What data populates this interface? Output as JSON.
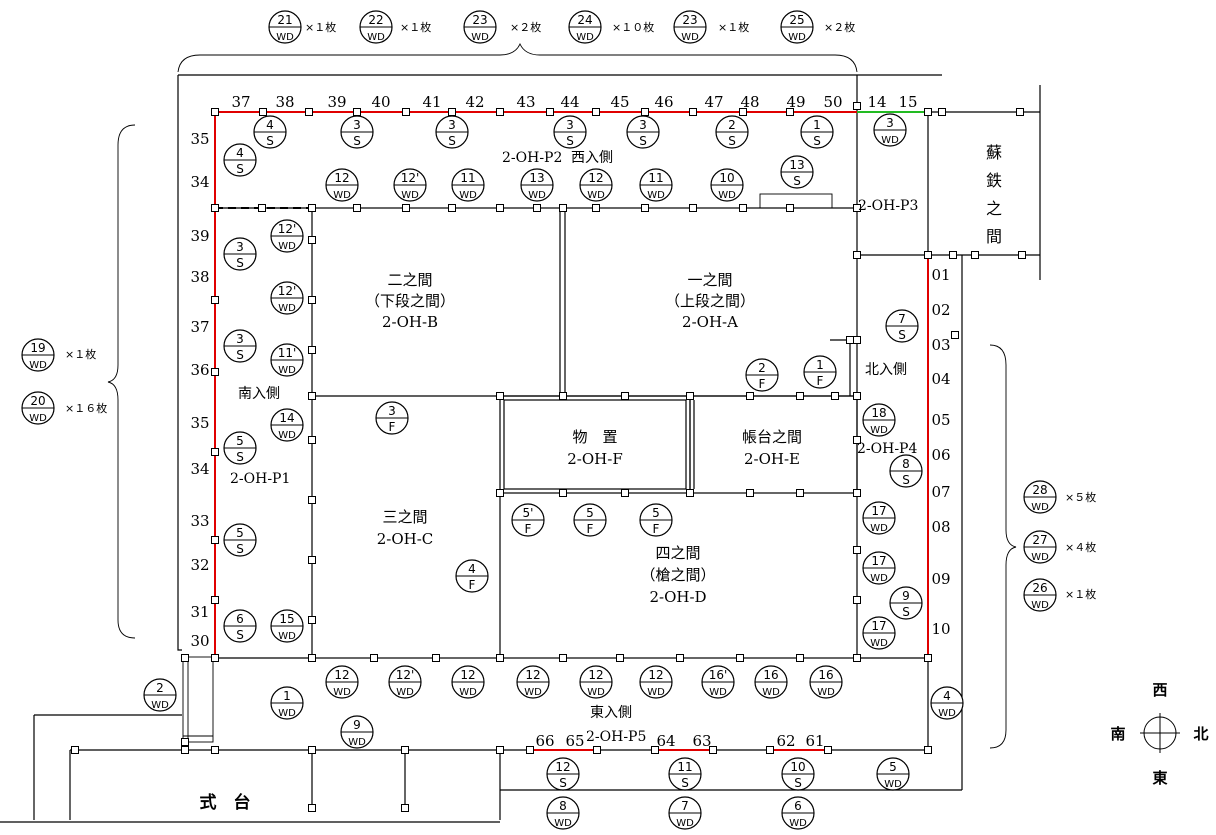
{
  "rooms": {
    "ni": {
      "name": "二之間",
      "sub": "（下段之間）",
      "code": "2-OH-B"
    },
    "ichi": {
      "name": "一之間",
      "sub": "（上段之間）",
      "code": "2-OH-A"
    },
    "mono": {
      "name": "物　置",
      "code": "2-OH-F"
    },
    "chodai": {
      "name": "帳台之間",
      "code": "2-OH-E"
    },
    "san": {
      "name": "三之間",
      "code": "2-OH-C"
    },
    "yon": {
      "name": "四之間",
      "sub": "（槍之間）",
      "code": "2-OH-D"
    },
    "soteetsu": "蘇鉄之間",
    "shikidai": "式　台"
  },
  "sides": {
    "west": "西入側",
    "south": "南入側",
    "north": "北入側",
    "east": "東入側",
    "p1": "2-OH-P1",
    "p2": "2-OH-P2",
    "p3": "2-OH-P3",
    "p4": "2-OH-P4",
    "p5": "2-OH-P5"
  },
  "compass": {
    "n": "北",
    "s": "南",
    "e": "東",
    "w": "西"
  },
  "counts": {
    "top": [
      "×１枚",
      "×１枚",
      "×２枚",
      "×１０枚",
      "×１枚",
      "×２枚"
    ],
    "left": [
      "×１枚",
      "×１６枚"
    ],
    "right": [
      "×５枚",
      "×４枚",
      "×１枚"
    ]
  },
  "legend_top": [
    {
      "num": "21",
      "type": "WD"
    },
    {
      "num": "22",
      "type": "WD"
    },
    {
      "num": "23",
      "type": "WD"
    },
    {
      "num": "24",
      "type": "WD"
    },
    {
      "num": "23",
      "type": "WD"
    },
    {
      "num": "25",
      "type": "WD"
    }
  ],
  "legend_left": [
    {
      "num": "19",
      "type": "WD"
    },
    {
      "num": "20",
      "type": "WD"
    }
  ],
  "legend_right": [
    {
      "num": "28",
      "type": "WD"
    },
    {
      "num": "27",
      "type": "WD"
    },
    {
      "num": "26",
      "type": "WD"
    }
  ],
  "top_numbers": [
    "37",
    "38",
    "39",
    "40",
    "41",
    "42",
    "43",
    "44",
    "45",
    "46",
    "47",
    "48",
    "49",
    "50",
    "14",
    "15"
  ],
  "left_numbers": [
    "35",
    "34",
    "39",
    "38",
    "37",
    "36",
    "35",
    "34",
    "33",
    "32",
    "31",
    "30"
  ],
  "right_numbers": [
    "01",
    "02",
    "03",
    "04",
    "05",
    "06",
    "07",
    "08",
    "09",
    "10"
  ],
  "bottom_numbers": [
    "66",
    "65",
    "64",
    "63",
    "62",
    "61"
  ],
  "symbols": [
    {
      "num": "4",
      "type": "S"
    },
    {
      "num": "3",
      "type": "S"
    },
    {
      "num": "3",
      "type": "S"
    },
    {
      "num": "3",
      "type": "S"
    },
    {
      "num": "3",
      "type": "S"
    },
    {
      "num": "2",
      "type": "S"
    },
    {
      "num": "1",
      "type": "S"
    },
    {
      "num": "3",
      "type": "WD"
    },
    {
      "num": "4",
      "type": "S"
    },
    {
      "num": "12",
      "type": "WD"
    },
    {
      "num": "12'",
      "type": "WD"
    },
    {
      "num": "11",
      "type": "WD"
    },
    {
      "num": "13",
      "type": "WD"
    },
    {
      "num": "12",
      "type": "WD"
    },
    {
      "num": "11",
      "type": "WD"
    },
    {
      "num": "10",
      "type": "WD"
    },
    {
      "num": "13",
      "type": "S"
    },
    {
      "num": "12'",
      "type": "WD"
    },
    {
      "num": "3",
      "type": "S"
    },
    {
      "num": "12'",
      "type": "WD"
    },
    {
      "num": "3",
      "type": "S"
    },
    {
      "num": "11'",
      "type": "WD"
    },
    {
      "num": "14",
      "type": "WD"
    },
    {
      "num": "5",
      "type": "S"
    },
    {
      "num": "5",
      "type": "S"
    },
    {
      "num": "6",
      "type": "S"
    },
    {
      "num": "15",
      "type": "WD"
    },
    {
      "num": "3",
      "type": "F"
    },
    {
      "num": "2",
      "type": "F"
    },
    {
      "num": "1",
      "type": "F"
    },
    {
      "num": "7",
      "type": "S"
    },
    {
      "num": "18",
      "type": "WD"
    },
    {
      "num": "8",
      "type": "S"
    },
    {
      "num": "17",
      "type": "WD"
    },
    {
      "num": "17",
      "type": "WD"
    },
    {
      "num": "9",
      "type": "S"
    },
    {
      "num": "17",
      "type": "WD"
    },
    {
      "num": "5'",
      "type": "F"
    },
    {
      "num": "5",
      "type": "F"
    },
    {
      "num": "5",
      "type": "F"
    },
    {
      "num": "4",
      "type": "F"
    },
    {
      "num": "2",
      "type": "WD"
    },
    {
      "num": "1",
      "type": "WD"
    },
    {
      "num": "12",
      "type": "WD"
    },
    {
      "num": "12'",
      "type": "WD"
    },
    {
      "num": "12",
      "type": "WD"
    },
    {
      "num": "12",
      "type": "WD"
    },
    {
      "num": "12",
      "type": "WD"
    },
    {
      "num": "12",
      "type": "WD"
    },
    {
      "num": "16'",
      "type": "WD"
    },
    {
      "num": "16",
      "type": "WD"
    },
    {
      "num": "16",
      "type": "WD"
    },
    {
      "num": "4",
      "type": "WD"
    },
    {
      "num": "9",
      "type": "WD"
    },
    {
      "num": "12",
      "type": "S"
    },
    {
      "num": "11",
      "type": "S"
    },
    {
      "num": "10",
      "type": "S"
    },
    {
      "num": "5",
      "type": "WD"
    },
    {
      "num": "8",
      "type": "WD"
    },
    {
      "num": "7",
      "type": "WD"
    },
    {
      "num": "6",
      "type": "WD"
    }
  ]
}
